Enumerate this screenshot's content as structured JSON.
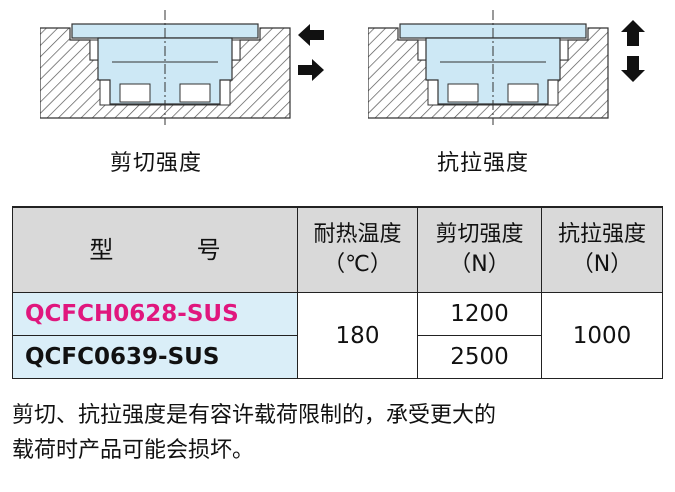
{
  "figures": [
    {
      "caption": "剪切强度",
      "arrows": "horizontal"
    },
    {
      "caption": "抗拉强度",
      "arrows": "vertical"
    }
  ],
  "table": {
    "headers": {
      "model": [
        "型",
        "号"
      ],
      "temp": [
        "耐热温度",
        "（℃）"
      ],
      "shear": [
        "剪切强度",
        "（N）"
      ],
      "tensile": [
        "抗拉强度",
        "（N）"
      ]
    },
    "rows": [
      {
        "model": "QCFCH0628-SUS",
        "model_color": "#e0177e",
        "shear": "1200"
      },
      {
        "model": "QCFC0639-SUS",
        "model_color": "#111111",
        "shear": "2500"
      }
    ],
    "temp_value": "180",
    "tensile_value": "1000"
  },
  "note": [
    "剪切、抗拉强度是有容许载荷限制的，承受更大的",
    "载荷时产品可能会损坏。"
  ],
  "colors": {
    "header_bg": "#d9d9d9",
    "model_bg": "#daeef8",
    "part_fill": "#cde8f5"
  }
}
